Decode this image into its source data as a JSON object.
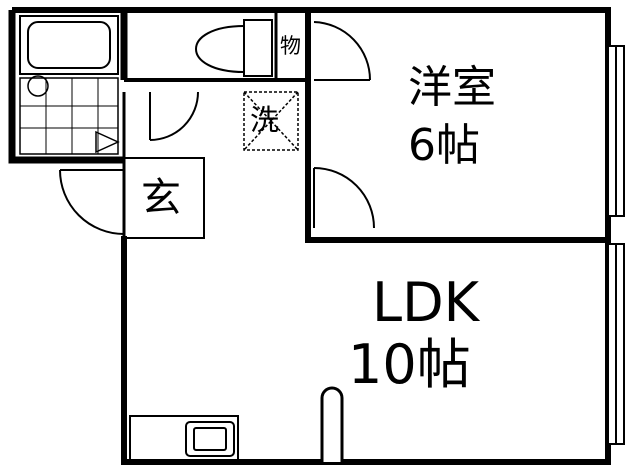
{
  "rooms": {
    "western": {
      "name": "洋室",
      "size": "6帖"
    },
    "ldk": {
      "name": "LDK",
      "size": "10帖"
    }
  },
  "labels": {
    "storage": "物",
    "washroom": "洗",
    "entrance": "玄"
  },
  "colors": {
    "wall": "#000000",
    "background": "#ffffff"
  }
}
